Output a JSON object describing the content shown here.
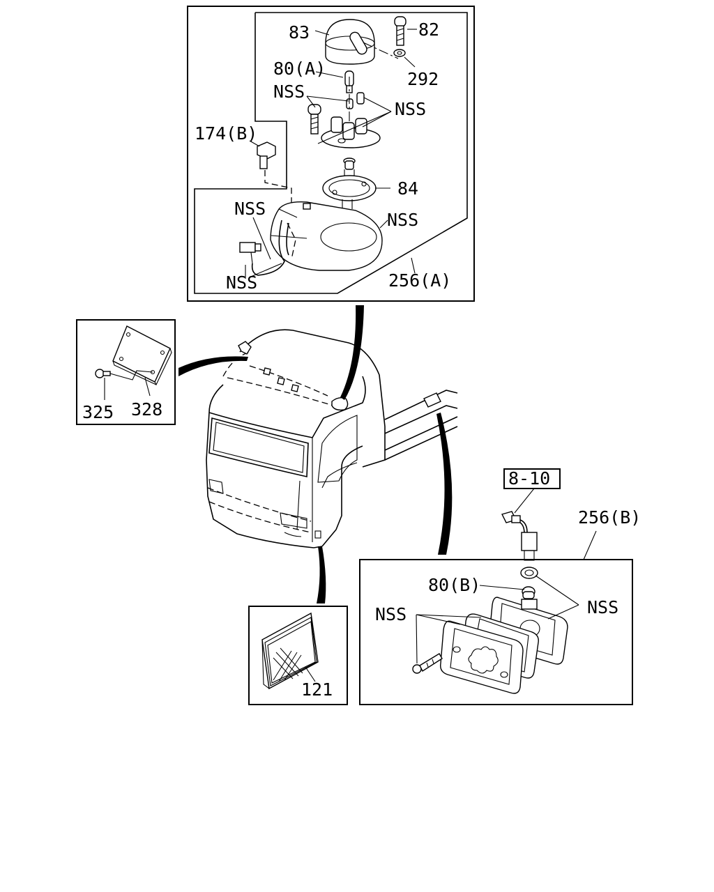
{
  "labels": {
    "p83": "83",
    "p82": "82",
    "p80a": "80(A)",
    "p292": "292",
    "nss_top_left": "NSS",
    "nss_top_right": "NSS",
    "p174b": "174(B)",
    "p84": "84",
    "nss_base_right": "NSS",
    "nss_wire_top": "NSS",
    "nss_wire_bottom": "NSS",
    "p256a": "256(A)",
    "p325": "325",
    "p328": "328",
    "ref_8_10": "8-10",
    "p256b": "256(B)",
    "p80b": "80(B)",
    "nss_lamp_right": "NSS",
    "nss_lamp_left": "NSS",
    "p121": "121"
  }
}
